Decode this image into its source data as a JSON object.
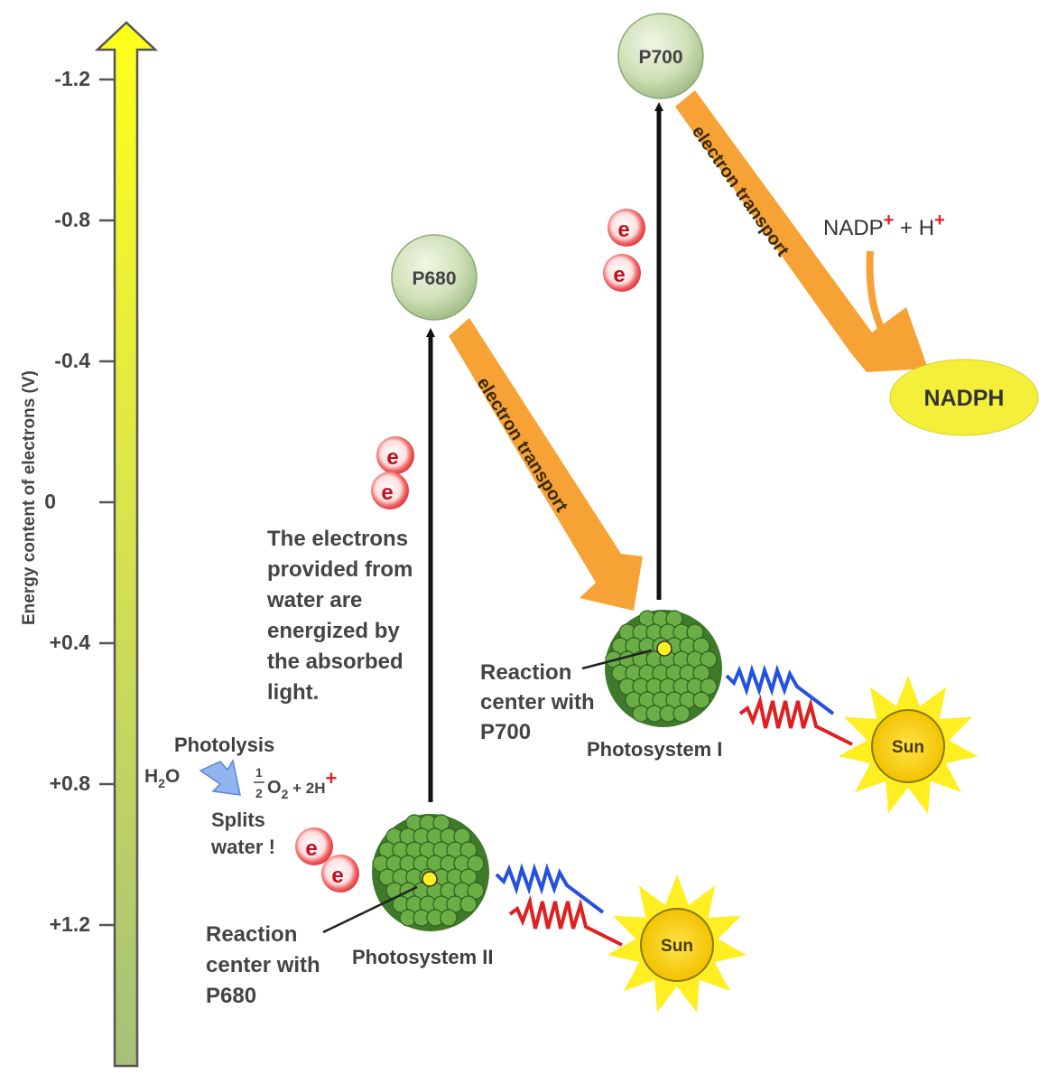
{
  "axis": {
    "label": "Energy content of electrons (V)",
    "ticks": [
      "-1.2",
      "-0.8",
      "-0.4",
      "0",
      "+0.4",
      "+0.8",
      "+1.2"
    ]
  },
  "nodes": {
    "p680": "P680",
    "p700": "P700",
    "nadph": "NADPH",
    "sun": "Sun",
    "electron": "e"
  },
  "labels": {
    "transport_1": "electron transport",
    "transport_2": "electron transport",
    "nadp_main": "NADP",
    "nadp_plus": "+",
    "nadp_h": " + H",
    "nadp_h_plus": "+",
    "photosystem_1": "Photosystem I",
    "photosystem_2": "Photosystem II",
    "rc_p700": [
      "Reaction",
      "center with",
      "P700"
    ],
    "rc_p680": [
      "Reaction",
      "center with",
      "P680"
    ],
    "explanation": [
      "The electrons",
      "provided from",
      "water are",
      "energized by",
      "the absorbed",
      "light."
    ],
    "photolysis": "Photolysis",
    "h2o_h": "H",
    "h2o_2": "2",
    "h2o_o": "O",
    "half_num": "1",
    "half_den": "2",
    "o2_o": "O",
    "o2_2": "2",
    "o2_rest": " + 2H",
    "o2_plus": "+",
    "splits": [
      "Splits",
      "water !"
    ]
  },
  "colors": {
    "axis_top": "#ffff1a",
    "axis_bottom": "#a6c07a",
    "transport": "#f7a234",
    "pigment": "#5a9a3a",
    "electron": "#e8303a",
    "sun": "#ffee22",
    "nadph": "#f4f03a",
    "node": "#c9dcb0"
  }
}
